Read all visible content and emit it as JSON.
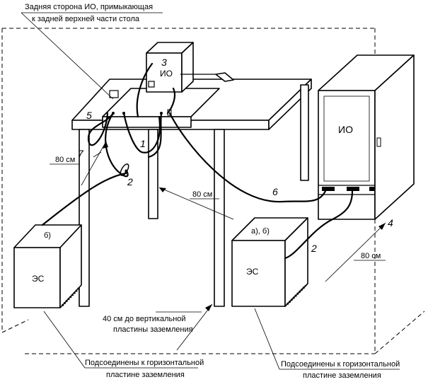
{
  "labels": {
    "back_side_line1": "Задняя сторона ИО, примыкающая",
    "back_side_line2": "к задней верхней части стола",
    "num_1": "1",
    "num_2_cable": "2",
    "num_2_right": "2",
    "num_3": "3",
    "num_4": "4",
    "num_5": "5",
    "num_6": "6",
    "num_7": "7",
    "io_small": "ИО",
    "io_large": "ИО",
    "dim_80_left": "80 см",
    "dim_80_middle": "80 см",
    "dim_80_right": "80 см",
    "es_left_tag": "б)",
    "es_right_tag": "а), б)",
    "es_left": "ЭС",
    "es_right": "ЭС",
    "dist_40_line1": "40 см до вертикальной",
    "dist_40_line2": "пластины заземления",
    "ground_left_line1": "Подсоединены к горизонтальной",
    "ground_left_line2": "пластине заземления",
    "ground_right_line1": "Подсоединены к горизонтальной",
    "ground_right_line2": "пластине заземления"
  }
}
